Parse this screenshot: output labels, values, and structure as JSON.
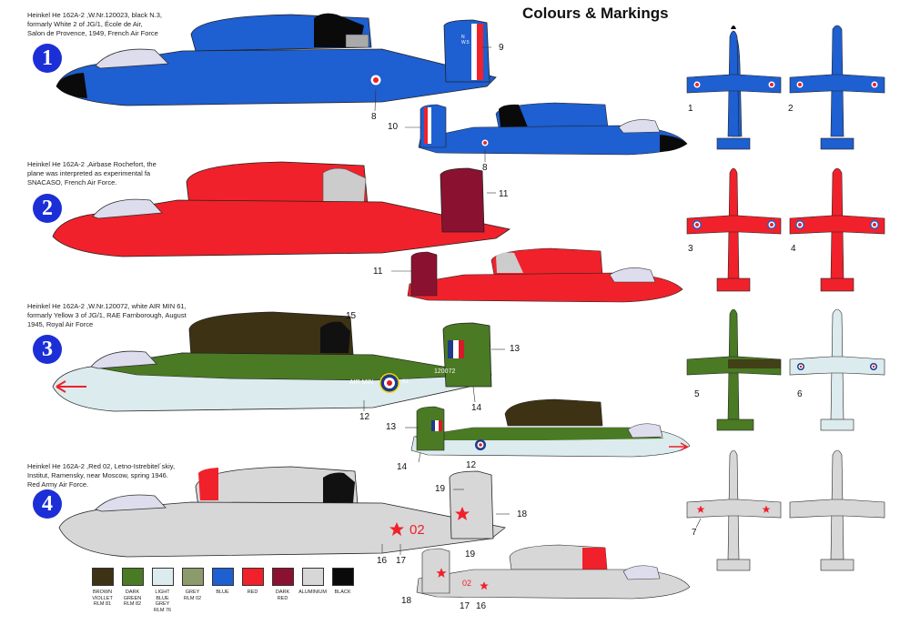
{
  "title": "Colours & Markings",
  "schemes": [
    {
      "number": "1",
      "description": "Heinkel He 162A-2 ,W.Nr.120023, black N.3,\nformarly White 2 of JG/1, École de Air,\nSalon de Provence, 1949, French Air Force"
    },
    {
      "number": "2",
      "description": "Heinkel He 162A-2 ,Airbase Rochefort, the\nplane was interpreted as experimental fa\nSNACASO, French Air Force."
    },
    {
      "number": "3",
      "description": "Heinkel He 162A-2 ,W.Nr.120072, white AIR MIN 61,\nformarly Yellow 3 of JG/1, RAE Farnborough, August\n1945, Royal Air Force"
    },
    {
      "number": "4",
      "description": "Heinkel He 162A-2 ,Red 02, Letno-Istrebitel´skiy,\nInstitut, Ramensky, near Moscow, spring 1946.\nRed Army Air Force."
    }
  ],
  "callouts": [
    "9",
    "8",
    "10",
    "8",
    "11",
    "11",
    "15",
    "13",
    "14",
    "12",
    "13",
    "14",
    "12",
    "19",
    "18",
    "16",
    "17",
    "19",
    "18",
    "17",
    "16",
    "1",
    "2",
    "3",
    "4",
    "5",
    "6",
    "7"
  ],
  "markings": {
    "serial": "120072",
    "air_min": "AIR MIN",
    "air_min_num": "61",
    "red_code": "02",
    "french_fin": "N\nW.5"
  },
  "palette": [
    {
      "name": "BROWN\nVIOLLET\nRLM 81",
      "color": "#3e3214"
    },
    {
      "name": "DARK\nGREEN\nRLM 82",
      "color": "#4a7a24"
    },
    {
      "name": "LIGHT\nBLUE\nGREY\nRLM 76",
      "color": "#dcebee"
    },
    {
      "name": "GREY\nRLM 02",
      "color": "#8d9a6c"
    },
    {
      "name": "BLUE",
      "color": "#1e5fd1"
    },
    {
      "name": "RED",
      "color": "#f0212a"
    },
    {
      "name": "DARK\nRED",
      "color": "#8a1230"
    },
    {
      "name": "ALUMINIUM",
      "color": "#d7d7d7"
    },
    {
      "name": "BLACK",
      "color": "#0a0a0a"
    }
  ],
  "colors": {
    "blue": "#1e5fd1",
    "red": "#f0212a",
    "darkred": "#8a1230",
    "green": "#4a7a24",
    "brown": "#3e3214",
    "lightblue": "#dcebee",
    "alu": "#d7d7d7",
    "black": "#0a0a0a"
  }
}
